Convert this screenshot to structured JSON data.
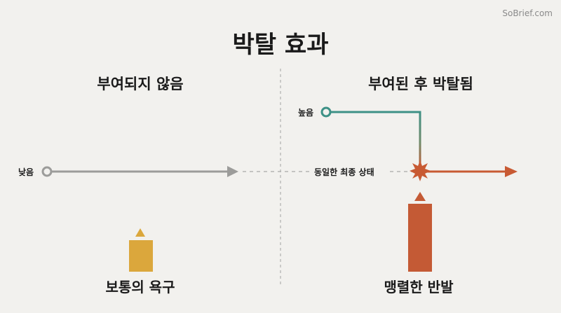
{
  "watermark": "SoBrief.com",
  "title": "박탈 효과",
  "left": {
    "heading": "부여되지 않음",
    "start_label": "낮음",
    "caption": "보통의 욕구"
  },
  "right": {
    "heading": "부여된 후 박탈됨",
    "start_label": "높음",
    "caption": "맹렬한 반발"
  },
  "center_label": "동일한 최종 상태",
  "colors": {
    "background": "#f2f1ee",
    "gray_line": "#9c9c9a",
    "teal_line": "#3d9186",
    "orange_line": "#c85a33",
    "yellow_bar": "#dba73c",
    "orange_bar": "#c45a35",
    "divider": "#bdbdbb"
  },
  "icons": [
    "burst-icon",
    "circle-start-icon",
    "arrow-head-icon",
    "triangle-up-icon"
  ]
}
